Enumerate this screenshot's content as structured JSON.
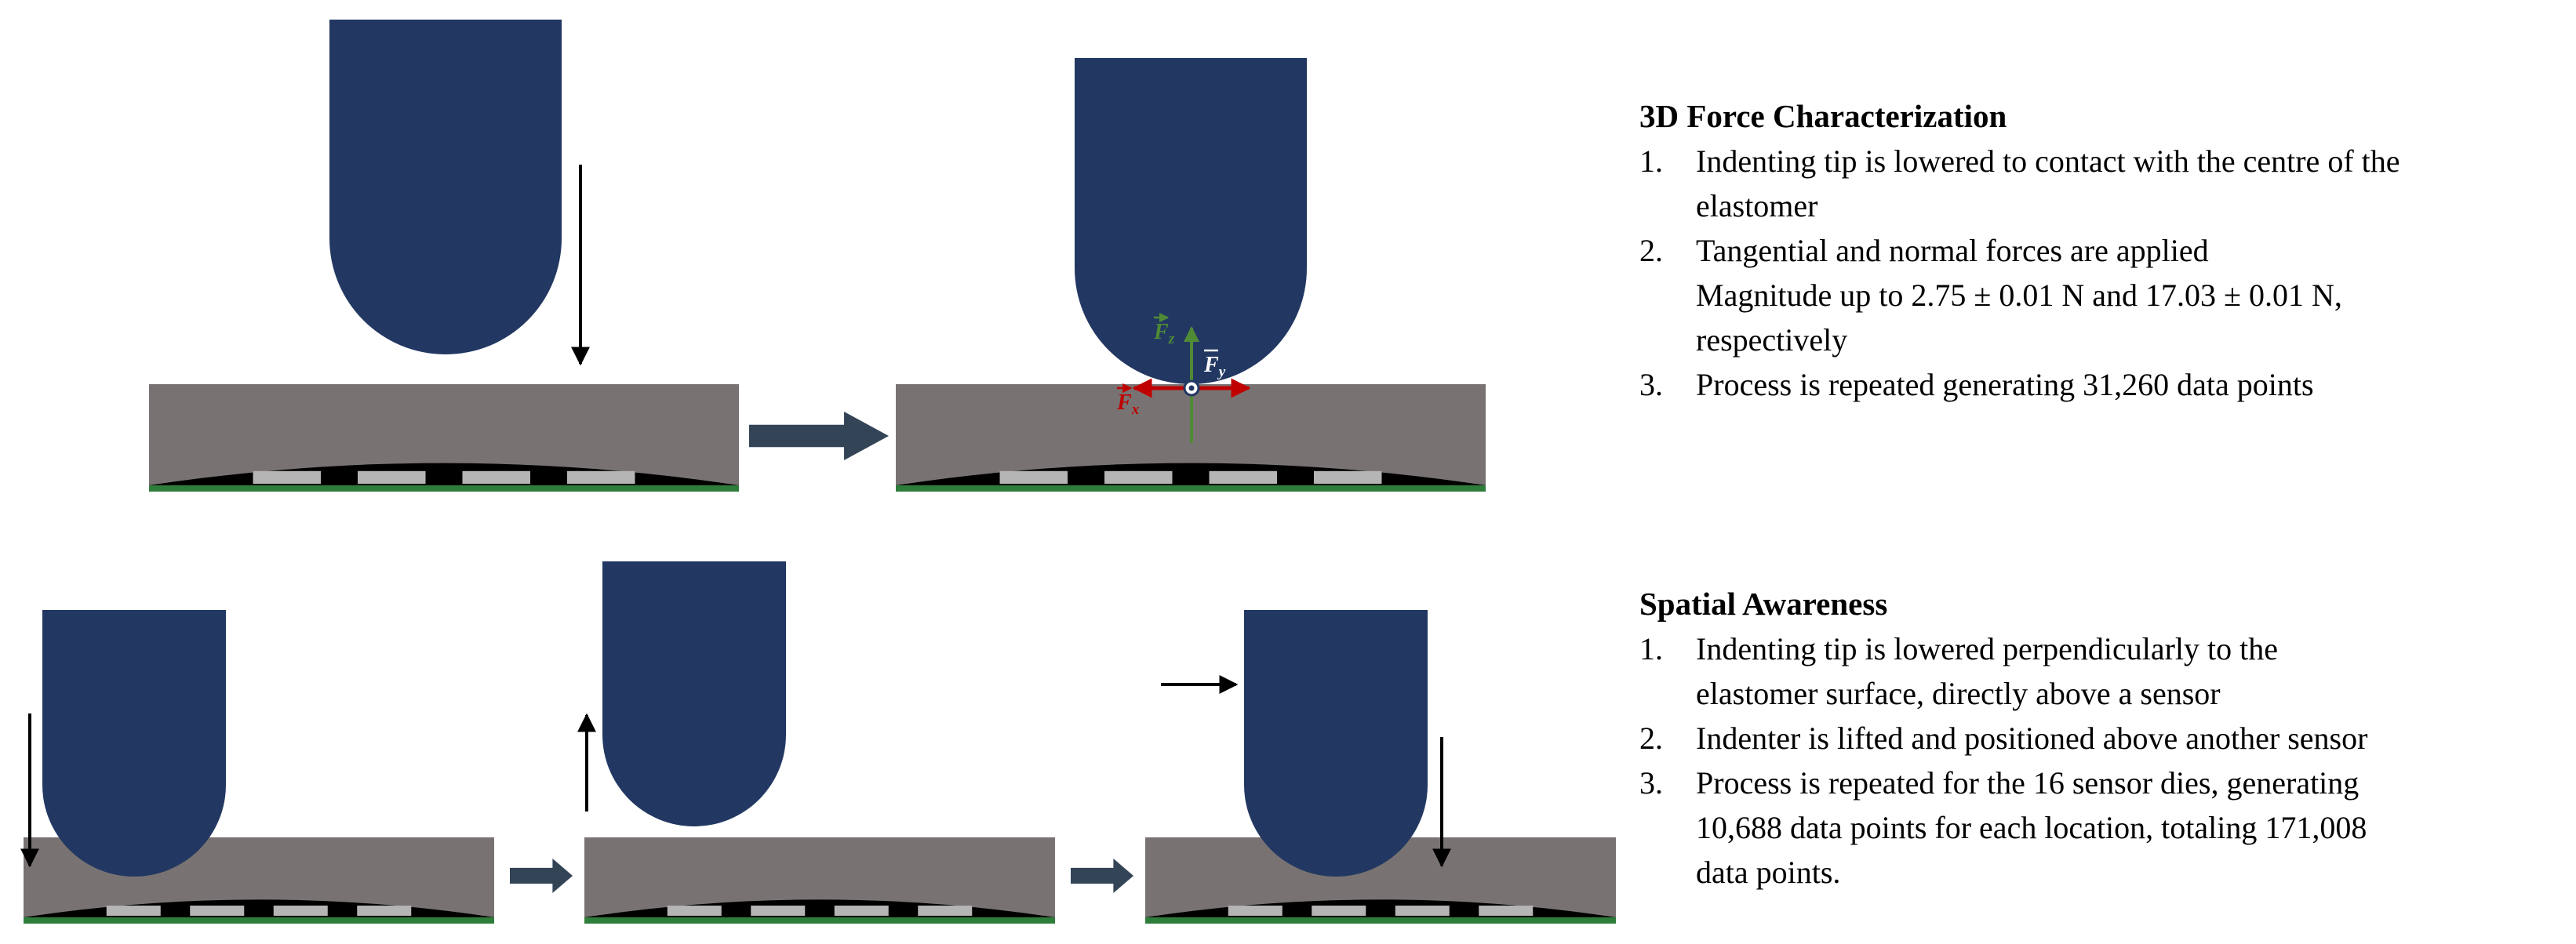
{
  "force_labels": {
    "fz": "F",
    "fz_sub": "z",
    "fy": "F",
    "fy_sub": "y",
    "fx": "F",
    "fx_sub": "x"
  },
  "force_characterization": {
    "title": "3D Force Characterization",
    "steps": [
      {
        "number": "1.",
        "lines": [
          "Indenting tip is lowered to contact with the centre of the",
          "elastomer"
        ]
      },
      {
        "number": "2.",
        "lines": [
          "Tangential and normal forces are applied",
          "Magnitude up to 2.75 ± 0.01 N and 17.03  ± 0.01 N,",
          "respectively"
        ]
      },
      {
        "number": "3.",
        "lines": [
          "Process is repeated generating 31,260 data points"
        ]
      }
    ]
  },
  "spatial_awareness": {
    "title": "Spatial Awareness",
    "steps": [
      {
        "number": "1.",
        "lines": [
          "Indenting tip is lowered perpendicularly to the",
          "elastomer surface, directly above a sensor"
        ]
      },
      {
        "number": "2.",
        "lines": [
          "Indenter is lifted and positioned above another sensor"
        ]
      },
      {
        "number": "3.",
        "lines": [
          "Process is repeated for the 16 sensor dies, generating",
          "10,688 data points for each location, totaling 171,008",
          "data points."
        ]
      }
    ]
  },
  "colors": {
    "indenter": "#223862",
    "elastomer": "#787372",
    "pcb": "#2f7d3a",
    "dome": "#000000",
    "sensor": "#b5b5b5",
    "flow_arrow": "#344457",
    "force_z": "#4f8a35",
    "force_x": "#c00000",
    "force_y": "#ffffff"
  }
}
